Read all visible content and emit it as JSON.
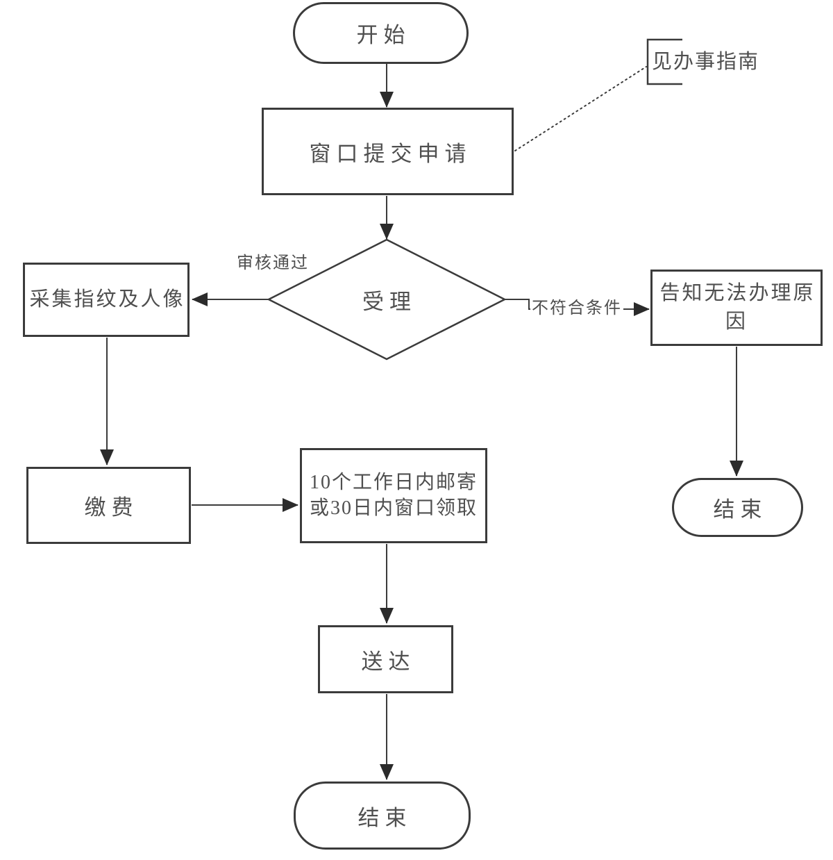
{
  "diagram": {
    "type": "flowchart",
    "background_color": "#ffffff",
    "stroke_color": "#3b3b3b",
    "text_color": "#4f4f4f",
    "nodes": [
      {
        "id": "start",
        "type": "terminator",
        "label": "开始"
      },
      {
        "id": "submit",
        "type": "process",
        "label": "窗口提交申请"
      },
      {
        "id": "guide-note",
        "type": "annotation",
        "label": "见办事指南"
      },
      {
        "id": "accept",
        "type": "decision",
        "label": "受理"
      },
      {
        "id": "collect",
        "type": "process",
        "label": "采集指纹及人像"
      },
      {
        "id": "inform",
        "type": "process",
        "label": "告知无法办理原因"
      },
      {
        "id": "pay",
        "type": "process",
        "label": "缴费"
      },
      {
        "id": "pickup",
        "type": "process",
        "label": "10个工作日内邮寄或30日内窗口领取"
      },
      {
        "id": "deliver",
        "type": "process",
        "label": "送达"
      },
      {
        "id": "end-main",
        "type": "terminator",
        "label": "结束"
      },
      {
        "id": "end-right",
        "type": "terminator",
        "label": "结束"
      }
    ],
    "edges": [
      {
        "from": "start",
        "to": "submit",
        "label": "",
        "style": "solid-arrow"
      },
      {
        "from": "submit",
        "to": "guide-note",
        "label": "",
        "style": "dotted"
      },
      {
        "from": "submit",
        "to": "accept",
        "label": "",
        "style": "solid-arrow"
      },
      {
        "from": "accept",
        "to": "collect",
        "label": "审核通过",
        "style": "solid-arrow"
      },
      {
        "from": "accept",
        "to": "inform",
        "label": "不符合条件",
        "style": "solid-arrow"
      },
      {
        "from": "collect",
        "to": "pay",
        "label": "",
        "style": "solid-arrow"
      },
      {
        "from": "pay",
        "to": "pickup",
        "label": "",
        "style": "solid-arrow"
      },
      {
        "from": "pickup",
        "to": "deliver",
        "label": "",
        "style": "solid-arrow"
      },
      {
        "from": "deliver",
        "to": "end-main",
        "label": "",
        "style": "solid-arrow"
      },
      {
        "from": "inform",
        "to": "end-right",
        "label": "",
        "style": "solid-arrow"
      }
    ]
  }
}
